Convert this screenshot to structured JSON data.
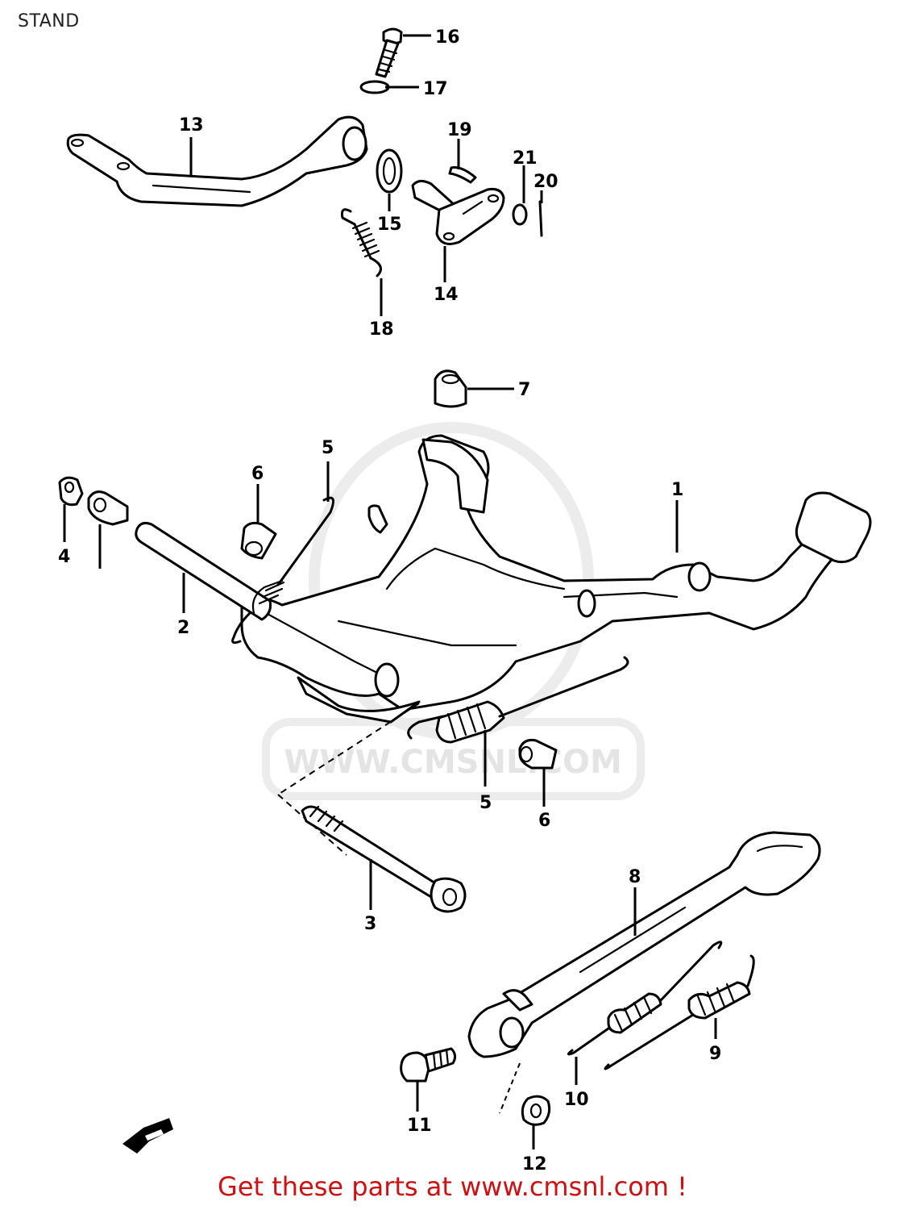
{
  "page_title": "STAND",
  "watermark": "WWW.CMSNL.COM",
  "footer": "Get these parts at www.cmsnl.com !",
  "callouts": {
    "p1": "1",
    "p2": "2",
    "p3": "3",
    "p4": "4",
    "p5a": "5",
    "p5b": "5",
    "p6a": "6",
    "p6b": "6",
    "p7": "7",
    "p8": "8",
    "p9": "9",
    "p10": "10",
    "p11": "11",
    "p12": "12",
    "p13": "13",
    "p14": "14",
    "p15": "15",
    "p16": "16",
    "p17": "17",
    "p18": "18",
    "p19": "19",
    "p20": "20",
    "p21": "21"
  }
}
